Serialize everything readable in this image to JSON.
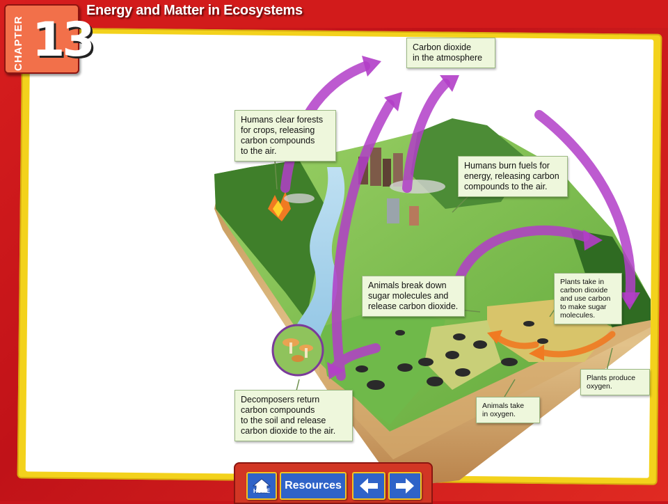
{
  "header": {
    "chapter_word": "CHAPTER",
    "chapter_number": "13",
    "title": "Energy and Matter in Ecosystems"
  },
  "diagram": {
    "callouts": {
      "atmosphere": "Carbon dioxide\nin the atmosphere",
      "clear_forests": "Humans clear forests\nfor crops, releasing\ncarbon compounds\nto the air.",
      "burn_fuels": "Humans burn fuels for\nenergy, releasing carbon\ncompounds to the air.",
      "animals_break_down": "Animals break down\nsugar molecules and\nrelease carbon dioxide.",
      "plants_take_in": "Plants take in\ncarbon dioxide\nand use carbon\nto make sugar\nmolecules.",
      "plants_produce": "Plants produce\noxygen.",
      "animals_take": "Animals take\nin oxygen.",
      "decomposers": "Decomposers return\ncarbon compounds\nto the soil and release\ncarbon dioxide to the air."
    }
  },
  "nav": {
    "home_label": "HOME",
    "resources_label": "Resources"
  },
  "colors": {
    "frame_red": "#d21b1b",
    "gold": "#f3d21c",
    "carbon_arrow": "#b23ec8",
    "oxygen_arrow": "#f07a22",
    "button_blue": "#2f63c8"
  },
  "icons": [
    "home-icon",
    "arrow-left-icon",
    "arrow-right-icon"
  ]
}
